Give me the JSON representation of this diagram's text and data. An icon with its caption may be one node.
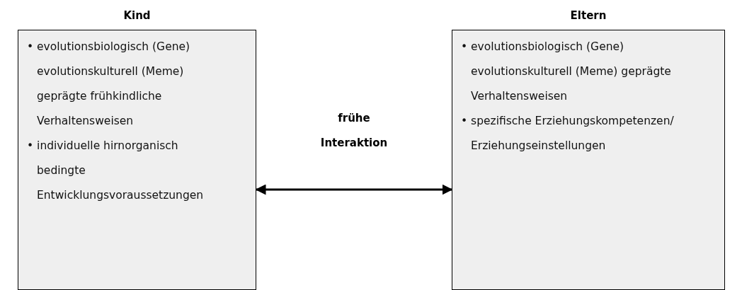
{
  "diagram": {
    "nodes": [
      {
        "text": [
          "Kind",
          "• evolutionsbiologisch (Gene) evolutionskulturell (Meme) geprägte frühkindliche Verhaltensweisen",
          "• individuelle hirnorganisch bedingte Entwicklungsvoraussetzungen"
        ]
      },
      {
        "text": [
          "Eltern",
          "• evolutionsbiologisch (Gene) evolutionskulturell (Meme) geprägte Verhaltensweisen",
          "• spezifische Erziehungskompetenzen/ Erziehungseinstellungen"
        ]
      }
    ],
    "edges": [
      {
        "from": 0,
        "to": 1,
        "arrow": "both",
        "label": "frühe Interaktion"
      }
    ]
  }
}
